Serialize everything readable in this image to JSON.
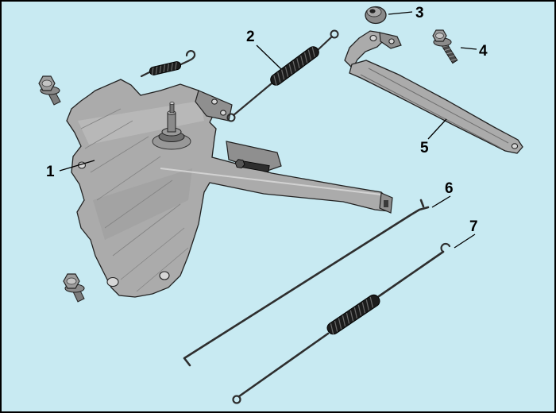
{
  "diagram": {
    "background_color": "#c8eaf2",
    "outline_color": "#222222",
    "metal_color": "#ababab",
    "spring_color": "#1c1c1c",
    "parts": [
      {
        "label": "1"
      },
      {
        "label": "2"
      },
      {
        "label": "3"
      },
      {
        "label": "4"
      },
      {
        "label": "5"
      },
      {
        "label": "6"
      },
      {
        "label": "7"
      }
    ]
  }
}
